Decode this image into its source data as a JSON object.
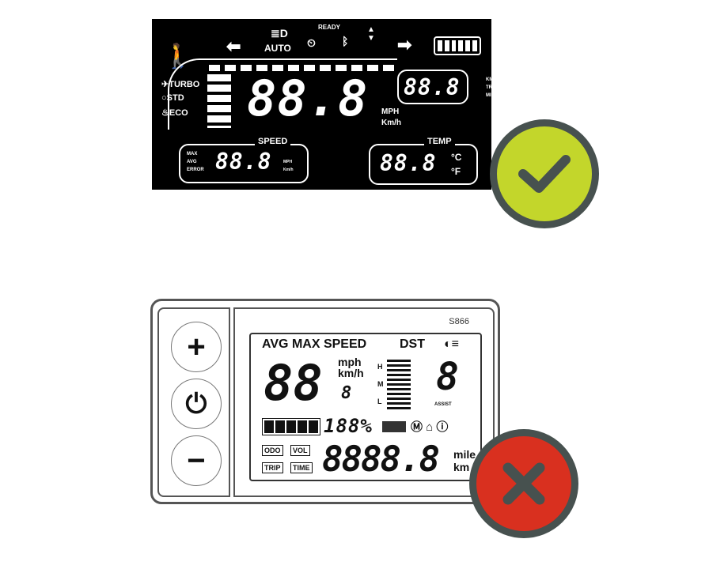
{
  "good_display": {
    "indicators": {
      "headlight_mode": "AUTO",
      "status": "READY"
    },
    "modes": [
      "TURBO",
      "STD",
      "ECO"
    ],
    "main_speed": "88.8",
    "main_units": [
      "MPH",
      "Km/h"
    ],
    "trip_value": "88.8",
    "trip_units": [
      "KM",
      "TRIP",
      "MILES"
    ],
    "speed_panel": {
      "title": "SPEED",
      "labels": [
        "MAX",
        "AVG",
        "ERROR"
      ],
      "value": "88.8",
      "units": [
        "MPH",
        "Km/h"
      ]
    },
    "temp_panel": {
      "title": "TEMP",
      "value": "88.8",
      "units": [
        "°C",
        "°F"
      ]
    },
    "verdict_icon": "check-icon",
    "verdict_color": "#c3d62b"
  },
  "bad_display": {
    "model": "S866",
    "buttons": [
      "+",
      "⏻",
      "−"
    ],
    "header_labels": [
      "AVG",
      "MAX",
      "SPEED",
      "DST"
    ],
    "speed_value": "88",
    "speed_units": [
      "mph",
      "km/h"
    ],
    "small_digit": "8",
    "level_labels": [
      "H",
      "M",
      "L"
    ],
    "assist_value": "8",
    "assist_label": "ASSIST",
    "battery_percent": "188%",
    "mode_boxes": [
      "ODO",
      "VOL",
      "TRIP",
      "TIME"
    ],
    "odometer": "8888.8",
    "odometer_units": [
      "mile",
      "km"
    ],
    "verdict_icon": "x-icon",
    "verdict_color": "#d9301f"
  }
}
